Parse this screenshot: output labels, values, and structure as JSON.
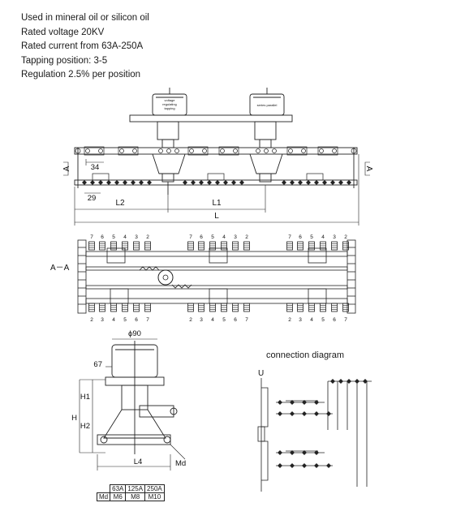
{
  "specs": [
    "Used in mineral oil or silicon oil",
    "Rated voltage 20KV",
    "Rated current from 63A-250A",
    "Tapping position: 3-5",
    "Regulation 2.5% per position"
  ],
  "front_view": {
    "motor_label_left": [
      "voltage",
      "regulating",
      "tapping"
    ],
    "motor_label_right": "series parallel",
    "section_marks": [
      "A",
      "A"
    ],
    "dims": {
      "d34": "34",
      "d29": "29",
      "L2": "L2",
      "L1": "L1",
      "L": "L"
    }
  },
  "section_view": {
    "title": "A－A",
    "top_numbers": [
      "7",
      "6",
      "5",
      "4",
      "3",
      "2"
    ],
    "bottom_numbers": [
      "2",
      "3",
      "4",
      "5",
      "6",
      "7"
    ]
  },
  "side_view": {
    "dims": {
      "phi90": "ϕ90",
      "d67": "67",
      "H1": "H1",
      "H": "H",
      "H2": "H2",
      "L4": "L4",
      "Md": "Md"
    }
  },
  "md_table": {
    "header": [
      "63A",
      "125A",
      "250A"
    ],
    "row_label": "Md",
    "row": [
      "M6",
      "M8",
      "M10"
    ]
  },
  "connection_diagram": {
    "title": "connection diagram",
    "label_u": "U"
  }
}
